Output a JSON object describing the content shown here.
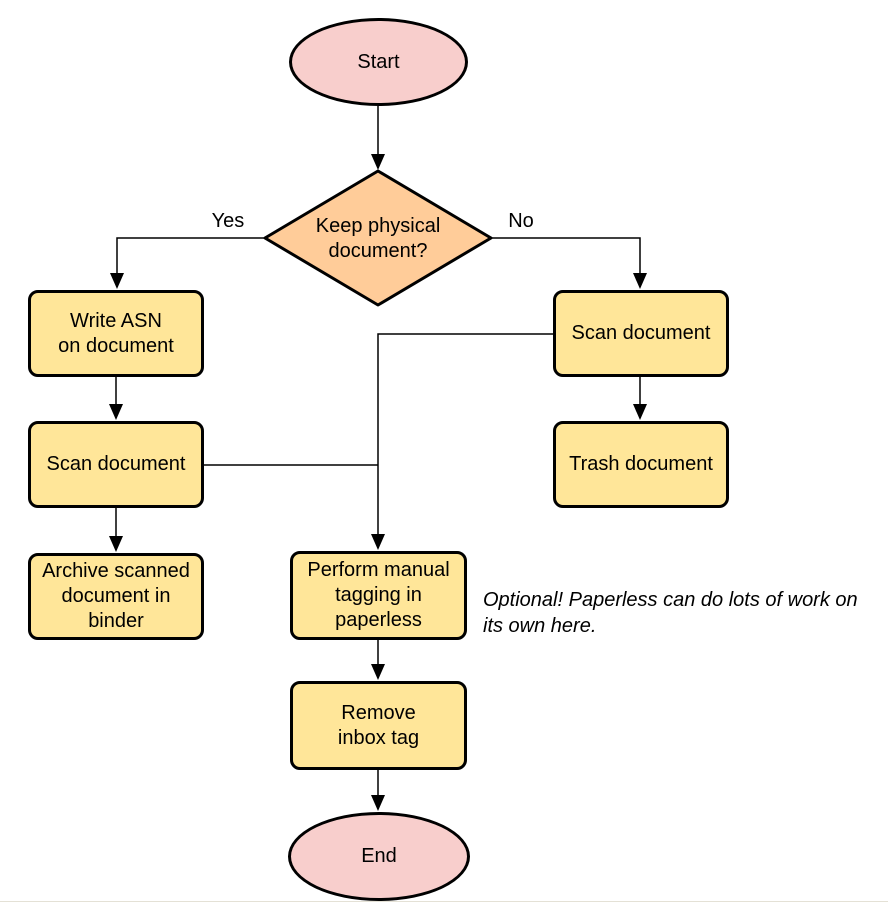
{
  "colors": {
    "stroke": "#000000",
    "terminal_fill": "#F8CECC",
    "decision_fill": "#FFCC99",
    "process_fill": "#FFE699",
    "background": "#FFFFFF"
  },
  "nodes": {
    "start": {
      "label": "Start"
    },
    "decision": {
      "label": "Keep physical\ndocument?"
    },
    "write_asn": {
      "label": "Write ASN\non document"
    },
    "scan_left": {
      "label": "Scan document"
    },
    "archive": {
      "label": "Archive scanned\ndocument in\nbinder"
    },
    "scan_right": {
      "label": "Scan document"
    },
    "trash": {
      "label": "Trash document"
    },
    "tagging": {
      "label": "Perform manual\ntagging in\npaperless"
    },
    "remove_inbox": {
      "label": "Remove\ninbox tag"
    },
    "end": {
      "label": "End"
    }
  },
  "edges": {
    "yes_label": "Yes",
    "no_label": "No"
  },
  "annotation": {
    "text": "Optional! Paperless can do lots of work on\nits own here."
  }
}
